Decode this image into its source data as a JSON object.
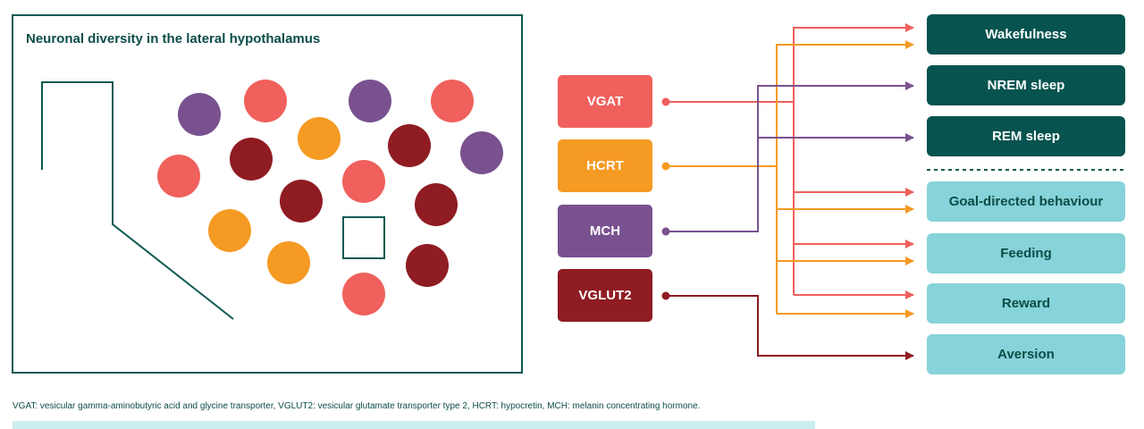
{
  "panel": {
    "title": "Neuronal diversity in the lateral hypothalamus"
  },
  "neurons": [
    {
      "type": "MCH"
    },
    {
      "type": "VGAT"
    },
    {
      "type": "MCH"
    },
    {
      "type": "VGAT"
    },
    {
      "type": "VGAT"
    },
    {
      "type": "VGLUT2"
    },
    {
      "type": "HCRT"
    },
    {
      "type": "VGLUT2"
    },
    {
      "type": "MCH"
    },
    {
      "type": "VGLUT2"
    },
    {
      "type": "VGAT"
    },
    {
      "type": "HCRT"
    },
    {
      "type": "VGLUT2"
    },
    {
      "type": "HCRT"
    },
    {
      "type": "VGLUT2"
    },
    {
      "type": "VGAT"
    }
  ],
  "cell_types": [
    {
      "id": "VGAT",
      "label": "VGAT",
      "color": "#f0605c"
    },
    {
      "id": "HCRT",
      "label": "HCRT",
      "color": "#f59a23"
    },
    {
      "id": "MCH",
      "label": "MCH",
      "color": "#79518f"
    },
    {
      "id": "VGLUT2",
      "label": "VGLUT2",
      "color": "#8f1c22"
    }
  ],
  "outputs": [
    {
      "label": "Wakefulness",
      "style": "dark"
    },
    {
      "label": "NREM sleep",
      "style": "dark"
    },
    {
      "label": "REM sleep",
      "style": "dark"
    },
    {
      "label": "Goal-directed behaviour",
      "style": "light"
    },
    {
      "label": "Feeding",
      "style": "light"
    },
    {
      "label": "Reward",
      "style": "light"
    },
    {
      "label": "Aversion",
      "style": "light"
    }
  ],
  "colors": {
    "frame": "#0b5a52",
    "dark_output": "#06534f",
    "light_output": "#86d3d9",
    "divider": "#0b5a52"
  },
  "footnote": "VGAT: vesicular gamma-aminobutyric acid and glycine transporter, VGLUT2: vesicular glutamate transporter type 2, HCRT: hypocretin, MCH: melanin concentrating hormone."
}
